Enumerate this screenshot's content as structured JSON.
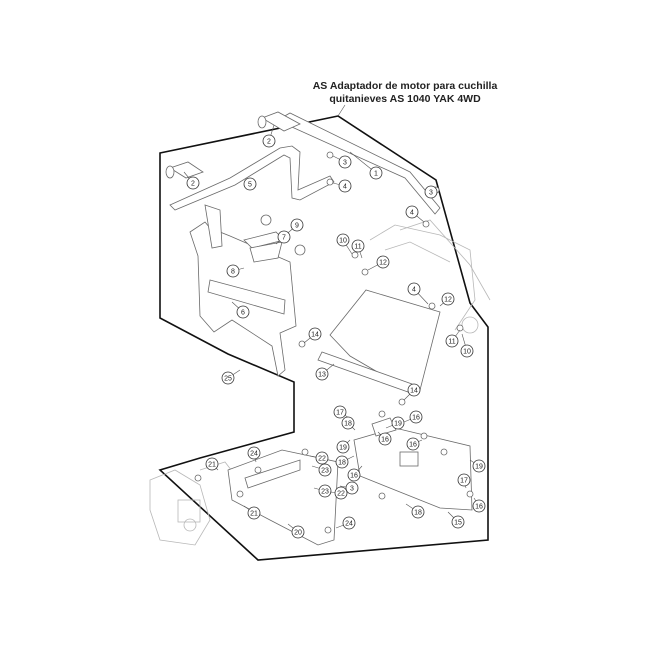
{
  "title_lines": [
    "AS Adaptador de motor para cuchilla",
    "quitanieves AS 1040 YAK 4WD"
  ],
  "callouts": [
    {
      "num": "1"
    },
    {
      "num": "2"
    },
    {
      "num": "2"
    },
    {
      "num": "3"
    },
    {
      "num": "4"
    },
    {
      "num": "5"
    },
    {
      "num": "3"
    },
    {
      "num": "4"
    },
    {
      "num": "9"
    },
    {
      "num": "7"
    },
    {
      "num": "8"
    },
    {
      "num": "6"
    },
    {
      "num": "10"
    },
    {
      "num": "11"
    },
    {
      "num": "12"
    },
    {
      "num": "4"
    },
    {
      "num": "12"
    },
    {
      "num": "10"
    },
    {
      "num": "11"
    },
    {
      "num": "14"
    },
    {
      "num": "13"
    },
    {
      "num": "25"
    },
    {
      "num": "14"
    },
    {
      "num": "17"
    },
    {
      "num": "18"
    },
    {
      "num": "16"
    },
    {
      "num": "19"
    },
    {
      "num": "16"
    },
    {
      "num": "19"
    },
    {
      "num": "18"
    },
    {
      "num": "16"
    },
    {
      "num": "16"
    },
    {
      "num": "19"
    },
    {
      "num": "17"
    },
    {
      "num": "16"
    },
    {
      "num": "18"
    },
    {
      "num": "15"
    },
    {
      "num": "21"
    },
    {
      "num": "24"
    },
    {
      "num": "22"
    },
    {
      "num": "23"
    },
    {
      "num": "23"
    },
    {
      "num": "22"
    },
    {
      "num": "3"
    },
    {
      "num": "21"
    },
    {
      "num": "20"
    },
    {
      "num": "24"
    }
  ]
}
